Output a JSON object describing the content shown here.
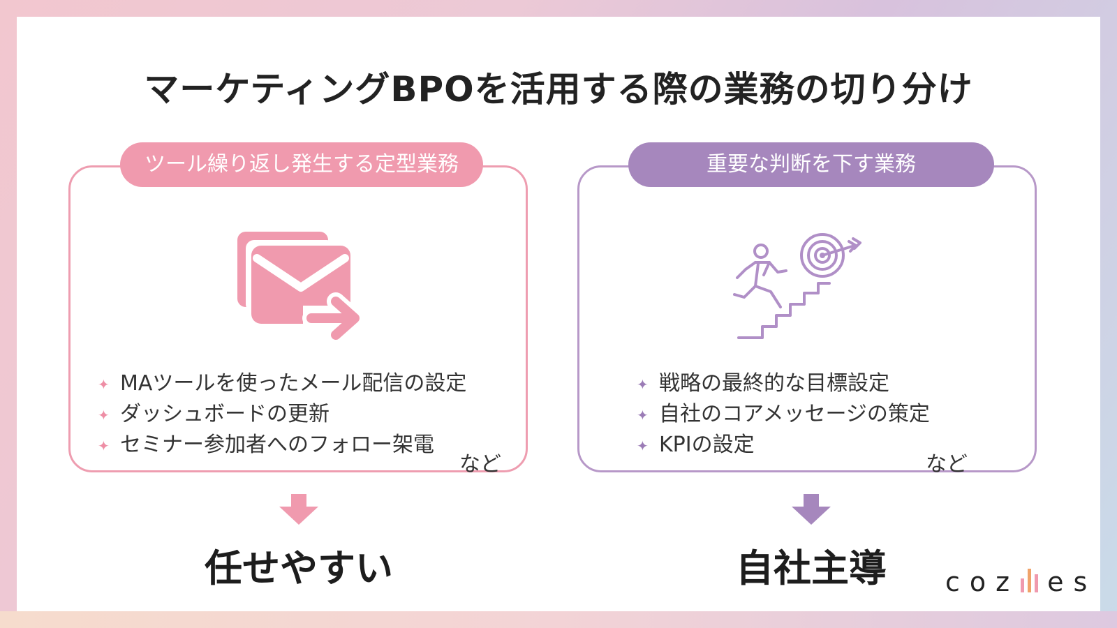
{
  "title": "マーケティングBPOを活用する際の業務の切り分け",
  "left": {
    "label": "ツール繰り返し発生する定型業務",
    "items": [
      "MAツールを使ったメール配信の設定",
      "ダッシュボードの更新",
      "セミナー参加者へのフォロー架電"
    ],
    "etc": "など",
    "result": "任せやすい",
    "icon": "email-forward-icon",
    "color": "#f09aae"
  },
  "right": {
    "label": "重要な判断を下す業務",
    "items": [
      "戦略の最終的な目標設定",
      "自社のコアメッセージの策定",
      "KPIの設定"
    ],
    "etc": "など",
    "result": "自社主導",
    "icon": "climb-to-target-icon",
    "color": "#a687bd"
  },
  "logo": {
    "part1": "coz",
    "part2": "es"
  }
}
